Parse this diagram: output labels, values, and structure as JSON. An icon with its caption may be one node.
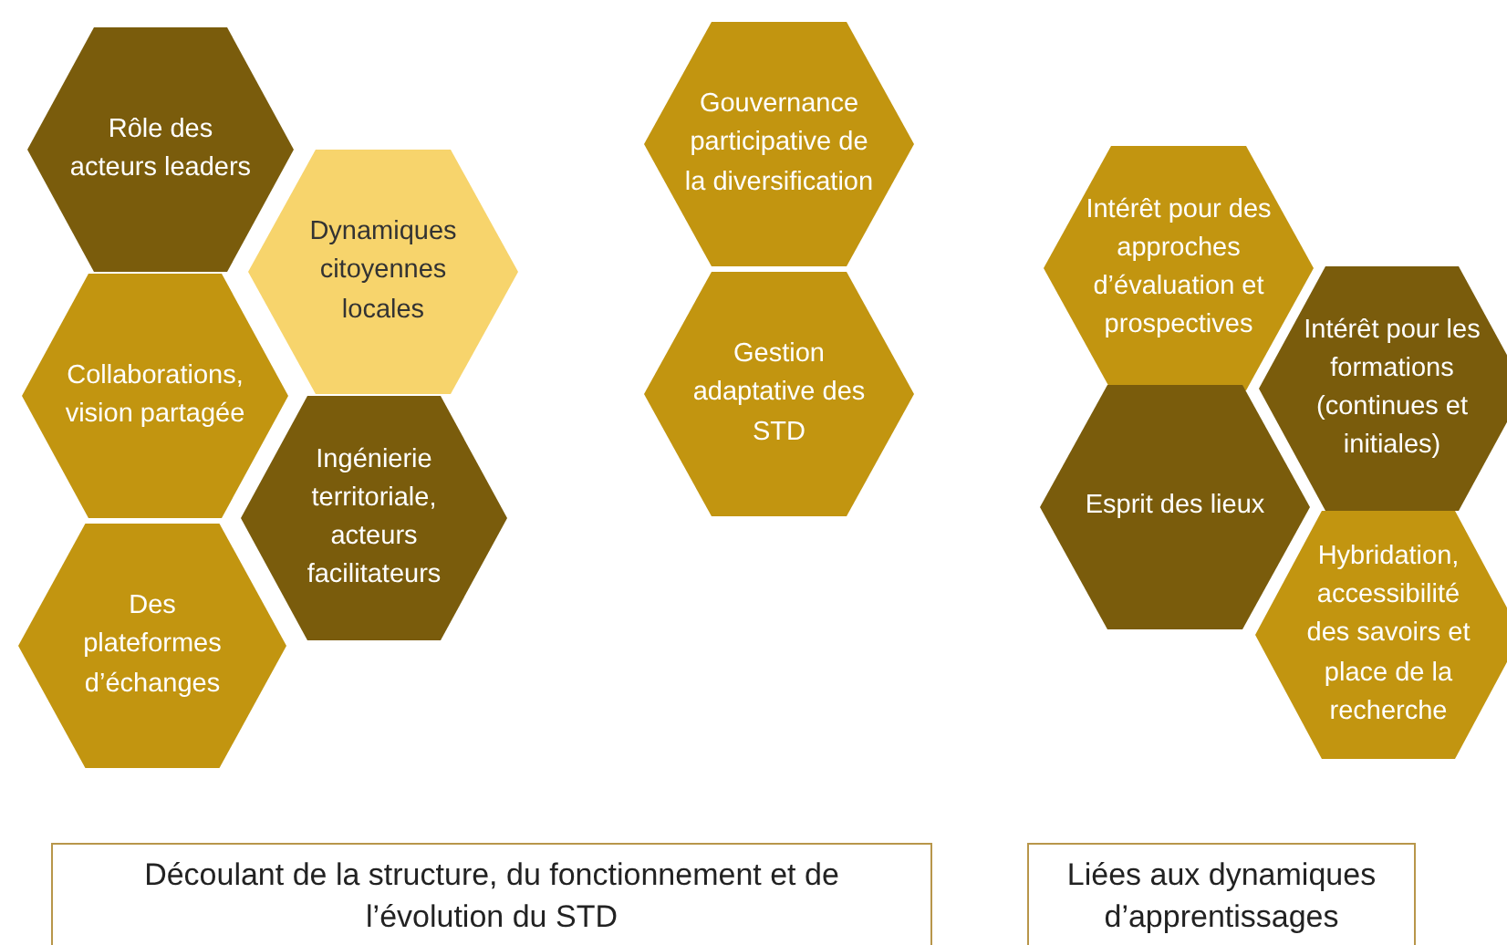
{
  "diagram": {
    "nodes": [
      {
        "text": [
          "Rôle des acteurs leaders"
        ]
      },
      {
        "text": [
          "Dynamiques citoyennes locales"
        ]
      },
      {
        "text": [
          "Collaborations, vision partagée"
        ]
      },
      {
        "text": [
          "Ingénierie territoriale, acteurs facilitateurs"
        ]
      },
      {
        "text": [
          "Des plateformes d’échanges"
        ]
      },
      {
        "text": [
          "Gouvernance participative de la diversification"
        ]
      },
      {
        "text": [
          "Gestion adaptative des STD"
        ]
      },
      {
        "text": [
          "Intérêt pour des approches d’évaluation et prospectives"
        ]
      },
      {
        "text": [
          "Intérêt pour les formations (continues et initiales)"
        ]
      },
      {
        "text": [
          "Esprit des lieux"
        ]
      },
      {
        "text": [
          "Hybridation, accessibilité des savoirs et place de la recherche"
        ]
      },
      {
        "text": [
          "Découlant de la structure, du fonctionnement et de l’évolution du STD"
        ]
      },
      {
        "text": [
          "Liées aux dynamiques d’apprentissages"
        ]
      }
    ]
  }
}
